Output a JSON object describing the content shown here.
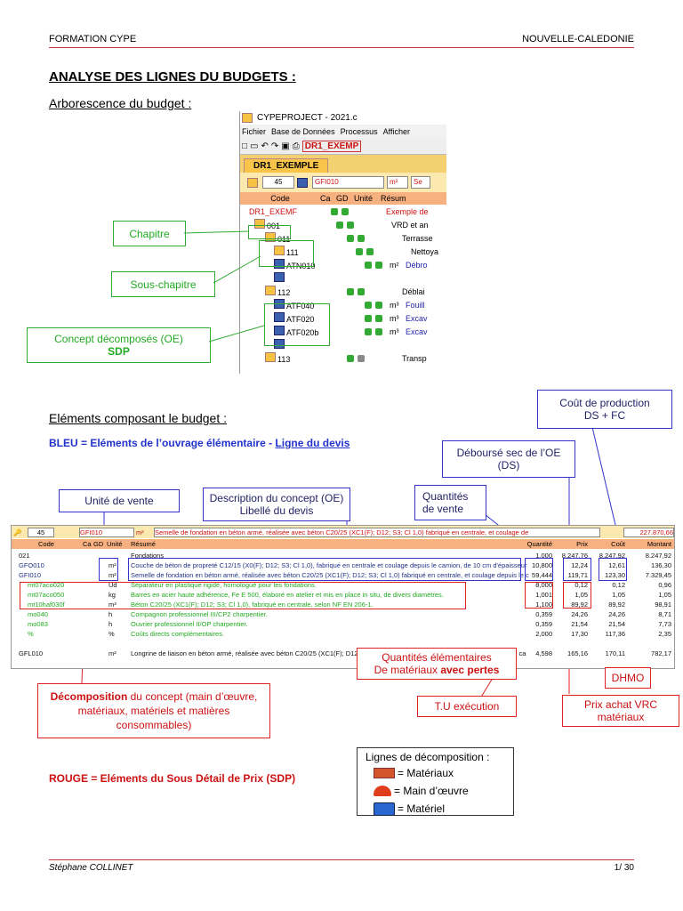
{
  "header": {
    "left": "FORMATION CYPE",
    "right": "NOUVELLE-CALEDONIE"
  },
  "title": "ANALYSE DES LIGNES DU BUDGETS  :",
  "section1": "Arborescence du budget :",
  "window": {
    "app_title": "CYPEPROJECT - 2021.c",
    "menu": [
      "Fichier",
      "Base de Données",
      "Processus",
      "Afficher"
    ],
    "toolbar_doc": "DR1_EXEMP",
    "tab": "DR1_EXEMPLE",
    "field_num": "45",
    "field_code": "GFI010",
    "field_unit": "m²",
    "field_extra": "Se",
    "columns": [
      "Code",
      "Ca",
      "GD",
      "Unité",
      "Résum"
    ],
    "rows": [
      {
        "code": "DR1_EXEMF",
        "unit": "",
        "desc": "Exemple de"
      },
      {
        "code": "001",
        "unit": "",
        "desc": "VRD et an"
      },
      {
        "code": "011",
        "unit": "",
        "desc": "Terrasse"
      },
      {
        "code": "111",
        "unit": "",
        "desc": "Nettoya"
      },
      {
        "code": "ATN010",
        "unit": "m²",
        "desc": "Débro"
      },
      {
        "code": "",
        "unit": "",
        "desc": ""
      },
      {
        "code": "112",
        "unit": "",
        "desc": "Déblai"
      },
      {
        "code": "ATF040",
        "unit": "m³",
        "desc": "Fouill"
      },
      {
        "code": "ATF020",
        "unit": "m³",
        "desc": "Excav"
      },
      {
        "code": "ATF020b",
        "unit": "m³",
        "desc": "Excav"
      },
      {
        "code": "",
        "unit": "",
        "desc": ""
      },
      {
        "code": "113",
        "unit": "",
        "desc": "Transp"
      }
    ]
  },
  "callouts_tree": {
    "chapitre": "Chapitre",
    "sous_chapitre": "Sous-chapitre",
    "concept_line1": "Concept décomposés (OE)",
    "concept_line2": "SDP"
  },
  "section2": "Eléments composant le budget :",
  "blue_legend_prefix": "BLEU = Eléments de l’ouvrage élémentaire - ",
  "blue_legend_link": "Ligne du devis",
  "callouts_top": {
    "cout_prod_l1": "Coût de production",
    "cout_prod_l2": "DS + FC",
    "debourse_l1": "Déboursé sec de l’OE",
    "debourse_l2": "(DS)",
    "quantites_l1": "Quantités",
    "quantites_l2": "de vente",
    "unite_vente": "Unité de vente",
    "description_l1": "Description du concept (OE)",
    "description_l2": "Libellé du devis"
  },
  "table": {
    "top_num": "45",
    "top_code": "GFI010",
    "top_unit": "m²",
    "top_desc": "Semelle de fondation en béton armé, réalisée avec béton C20/25 (XC1(F); D12; S3; Cl 1,0) fabriqué en centrale, et coulage de",
    "top_total": "227.870,66",
    "headers": [
      "Code",
      "Ca",
      "GD",
      "Unité",
      "Résumé",
      "Quantité",
      "Prix",
      "Coût",
      "Montant"
    ],
    "rows": [
      {
        "code": "021",
        "unit": "",
        "desc": "Fondations",
        "qty": "1,000",
        "prix": "8.247,76",
        "cout": "8.247,92",
        "montant": "8.247,92",
        "color": "black"
      },
      {
        "code": "GFO010",
        "unit": "m²",
        "desc": "Couche de béton de propreté C12/15 (X0(F); D12; S3; Cl 1,0), fabriqué en centrale et coulage depuis le camion, de 10 cm d'épaisseur",
        "qty": "10,800",
        "prix": "12,24",
        "cout": "12,61",
        "montant": "136,30",
        "color": "blue"
      },
      {
        "code": "GFI010",
        "unit": "m²",
        "desc": "Semelle de fondation en béton armé, réalisée avec béton C20/25 (XC1(F); D12; S3; Cl 1,0) fabriqué en centrale, et coulage depuis le c",
        "qty": "59,444",
        "prix": "119,71",
        "cout": "123,30",
        "montant": "7.329,45",
        "color": "blue"
      },
      {
        "code": "mt07aco020",
        "unit": "Ud",
        "desc": "Séparateur en plastique rigide, homologué pour les fondations.",
        "qty": "8,000",
        "prix": "0,12",
        "cout": "0,12",
        "montant": "0,96",
        "color": "green"
      },
      {
        "code": "mt07aco050",
        "unit": "kg",
        "desc": "Barres en acier haute adhérence, Fe E 500, élaboré en atelier et mis en place in situ, de divers diamètres.",
        "qty": "1,001",
        "prix": "1,05",
        "cout": "1,05",
        "montant": "1,05",
        "color": "green"
      },
      {
        "code": "mt10haf030f",
        "unit": "m³",
        "desc": "Béton C20/25 (XC1(F); D12; S3; Cl 1,0), fabriqué en centrale, selon NF EN 206-1.",
        "qty": "1,100",
        "prix": "89,92",
        "cout": "89,92",
        "montant": "98,91",
        "color": "green"
      },
      {
        "code": "mo040",
        "unit": "h",
        "desc": "Compagnon professionnel III/CP2 charpentier.",
        "qty": "0,359",
        "prix": "24,26",
        "cout": "24,26",
        "montant": "8,71",
        "color": "green"
      },
      {
        "code": "mo083",
        "unit": "h",
        "desc": "Ouvrier professionnel II/OP charpentier.",
        "qty": "0,359",
        "prix": "21,54",
        "cout": "21,54",
        "montant": "7,73",
        "color": "green"
      },
      {
        "code": "%",
        "unit": "%",
        "desc": "Coûts directs complémentaires.",
        "qty": "2,000",
        "prix": "17,30",
        "cout": "117,36",
        "montant": "2,35",
        "color": "green"
      },
      {
        "code": "",
        "unit": "",
        "desc": "",
        "qty": "",
        "prix": "",
        "cout": "",
        "montant": "",
        "color": "black"
      },
      {
        "code": "GFL010",
        "unit": "m²",
        "desc": "Longrine de liaison en béton armé, réalisée avec béton C20/25 (XC1(F); D12; S3; Cl 1,0) fabriqué en centrale, et coulage depuis le ca",
        "qty": "4,598",
        "prix": "165,16",
        "cout": "170,11",
        "montant": "782,17",
        "color": "black"
      }
    ]
  },
  "callouts_bottom": {
    "decomp_bold": "Décomposition",
    "decomp_rest": " du concept (main d’œuvre, matériaux, matériels et matières consommables)",
    "qte_elem_l1": "Quantités élémentaires",
    "qte_elem_l2a": "De matériaux  ",
    "qte_elem_l2b": "avec pertes",
    "tu_exec": "T.U exécution",
    "dhmo": "DHMO",
    "prix_achat_l1": "Prix achat VRC",
    "prix_achat_l2": "matériaux"
  },
  "red_legend": "ROUGE = Eléments du Sous Détail de Prix (SDP)",
  "legend": {
    "title": "Lignes de décomposition :",
    "items": [
      "= Matériaux",
      "= Main d’œuvre",
      "= Matériel"
    ]
  },
  "footer": {
    "author": "Stéphane COLLINET",
    "page": "1/ 30"
  },
  "colors": {
    "red": "#cc1111",
    "blue": "#2233cc",
    "green": "#22aa22",
    "navy": "#223388"
  }
}
